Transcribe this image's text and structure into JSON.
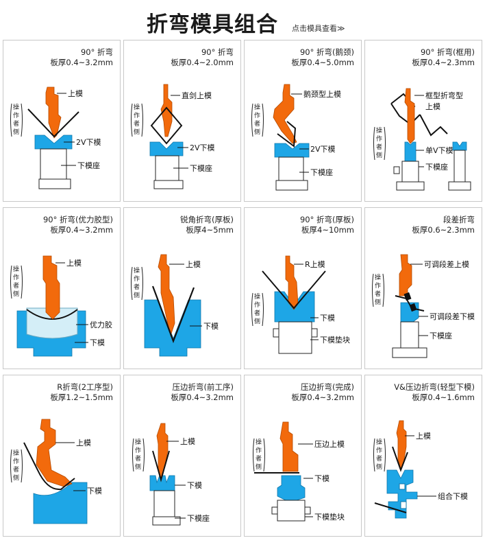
{
  "header": {
    "title": "折弯模具组合",
    "link": "点击模具查看≫"
  },
  "operator_side": [
    "操",
    "作",
    "者",
    "侧"
  ],
  "cells": [
    {
      "line1": "90° 折弯",
      "line2": "板厚0.4~3.2mm",
      "labels": [
        "上模",
        "2V下模",
        "下模座"
      ]
    },
    {
      "line1": "90° 折弯",
      "line2": "板厚0.4~2.0mm",
      "labels": [
        "直剑上模",
        "2V下模",
        "下模座"
      ]
    },
    {
      "line1": "90° 折弯(鹅颈)",
      "line2": "板厚0.4~5.0mm",
      "labels": [
        "鹅颈型上模",
        "2V下模",
        "下模座"
      ]
    },
    {
      "line1": "90° 折弯(框用)",
      "line2": "板厚0.4~2.3mm",
      "labels": [
        "框型折弯型",
        "上模",
        "单V下模",
        "下模座"
      ]
    },
    {
      "line1": "90° 折弯(优力胶型)",
      "line2": "板厚0.4~3.2mm",
      "labels": [
        "上模",
        "优力胶",
        "下模"
      ]
    },
    {
      "line1": "锐角折弯(厚板)",
      "line2": "板厚4~5mm",
      "labels": [
        "上模",
        "下模"
      ]
    },
    {
      "line1": "90° 折弯(厚板)",
      "line2": "板厚4~10mm",
      "labels": [
        "R上模",
        "下模",
        "下模垫块"
      ]
    },
    {
      "line1": "段差折弯",
      "line2": "板厚0.6~2.3mm",
      "labels": [
        "可调段差上模",
        "可调段差下模",
        "下模座"
      ]
    },
    {
      "line1": "R折弯(2工序型)",
      "line2": "板厚1.2~1.5mm",
      "labels": [
        "上模",
        "下模"
      ]
    },
    {
      "line1": "压边折弯(前工序)",
      "line2": "板厚0.4~3.2mm",
      "labels": [
        "上模",
        "下模",
        "下模座"
      ]
    },
    {
      "line1": "压边折弯(完成)",
      "line2": "板厚0.4~3.2mm",
      "labels": [
        "压边上模",
        "下模",
        "下模垫块"
      ]
    },
    {
      "line1": "V&压边折弯(轻型下模)",
      "line2": "板厚0.4~1.6mm",
      "labels": [
        "上模",
        "组合下模"
      ]
    }
  ],
  "colors": {
    "upper_die": "#f26a0c",
    "lower_die": "#1ea6e6",
    "outline": "#222222"
  }
}
